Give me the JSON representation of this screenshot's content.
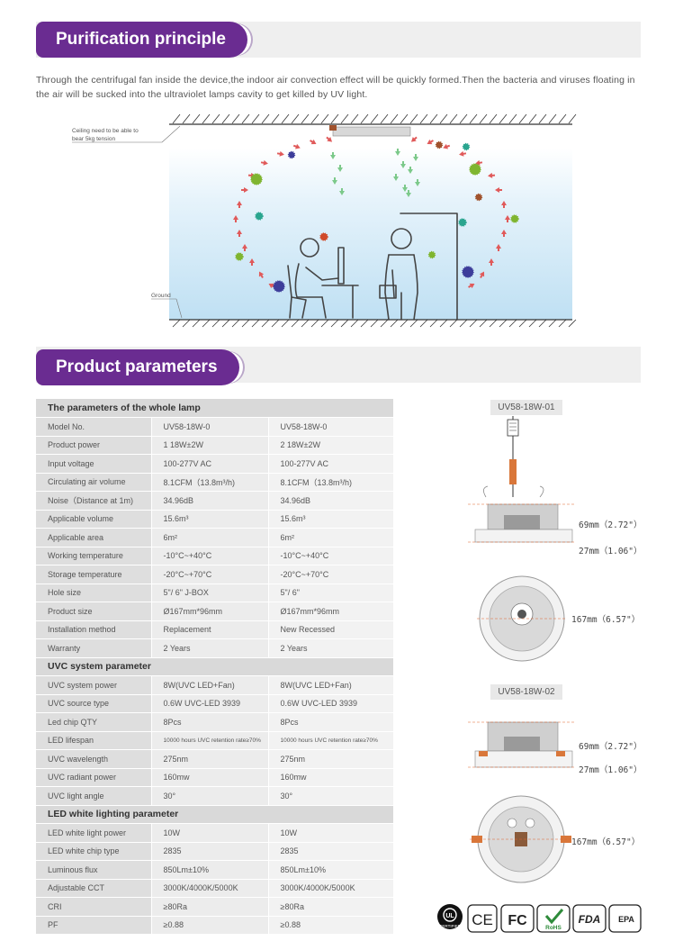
{
  "section1": {
    "title": "Purification principle",
    "intro": "Through the centrifugal fan inside the device,the indoor air convection effect will be quickly formed.Then the bacteria and viruses floating in the air will be sucked into the ultraviolet lamps cavity to get killed by UV light."
  },
  "diagram": {
    "ceiling_note_line1": "Ceiling need to be able to",
    "ceiling_note_line2": "bear 5kg tension",
    "ground_label": "Ground"
  },
  "section2": {
    "title": "Product parameters"
  },
  "table": {
    "whole_lamp_header": "The parameters of the whole lamp",
    "whole_lamp_rows": [
      [
        "Model No.",
        "UV58-18W-0",
        "UV58-18W-0"
      ],
      [
        "Product power",
        "1 18W±2W",
        "2 18W±2W"
      ],
      [
        "Input voltage",
        "100-277V AC",
        "100-277V AC"
      ],
      [
        "Circulating air volume",
        "8.1CFM（13.8m³/h)",
        "8.1CFM（13.8m³/h)"
      ],
      [
        "Noise（Distance at 1m)",
        "34.96dB",
        "34.96dB"
      ],
      [
        "Applicable volume",
        "15.6m³",
        "15.6m³"
      ],
      [
        "Applicable area",
        "6m²",
        "6m²"
      ],
      [
        "Working temperature",
        "-10°C~+40°C",
        "-10°C~+40°C"
      ],
      [
        "Storage temperature",
        "-20°C~+70°C",
        "-20°C~+70°C"
      ],
      [
        "Hole size",
        "5\"/ 6\" J-BOX",
        "5\"/ 6\""
      ],
      [
        "Product size",
        "Ø167mm*96mm",
        "Ø167mm*96mm"
      ],
      [
        "Installation method",
        "Replacement",
        "New Recessed"
      ],
      [
        "Warranty",
        "2 Years",
        "2 Years"
      ]
    ],
    "uvc_header": "UVC system parameter",
    "uvc_rows": [
      [
        "UVC system power",
        "8W(UVC LED+Fan)",
        "8W(UVC LED+Fan)"
      ],
      [
        "UVC source type",
        "0.6W UVC-LED 3939",
        "0.6W UVC-LED 3939"
      ],
      [
        "Led chip QTY",
        "8Pcs",
        "8Pcs"
      ],
      [
        "LED lifespan",
        "10000 hours UVC retention rate≥70%",
        "10000 hours UVC retention rate≥70%"
      ],
      [
        "UVC wavelength",
        "275nm",
        "275nm"
      ],
      [
        "UVC radiant power",
        "160mw",
        "160mw"
      ],
      [
        "UVC light angle",
        "30°",
        "30°"
      ]
    ],
    "led_header": "LED white  lighting  parameter",
    "led_rows": [
      [
        "LED white light power",
        "10W",
        "10W"
      ],
      [
        "LED white chip type",
        "2835",
        "2835"
      ],
      [
        "Luminous flux",
        "850Lm±10%",
        "850Lm±10%"
      ],
      [
        "Adjustable CCT",
        "3000K/4000K/5000K",
        "3000K/4000K/5000K"
      ],
      [
        "CRI",
        "≥80Ra",
        "≥80Ra"
      ],
      [
        "PF",
        "≥0.88",
        "≥0.88"
      ]
    ]
  },
  "products": {
    "model1": "UV58-18W-01",
    "model2": "UV58-18W-02",
    "height1": "69mm（2.72\"）",
    "trim1": "27mm（1.06\"）",
    "diameter1": "167mm（6.57\"）",
    "height2": "69mm（2.72\"）",
    "trim2": "27mm（1.06\"）",
    "diameter2": "167mm（6.57\"）"
  },
  "certifications": {
    "ul": "UL",
    "ul_sub": "CERTIFIED",
    "ce": "CE",
    "fc": "FC",
    "rohs": "RoHS",
    "fda": "FDA",
    "epa": "EPA"
  },
  "colors": {
    "accent": "#6a2c91",
    "room": "#bfe0f3",
    "arrow_red": "#e05a5a",
    "arrow_green": "#7cc98a"
  }
}
